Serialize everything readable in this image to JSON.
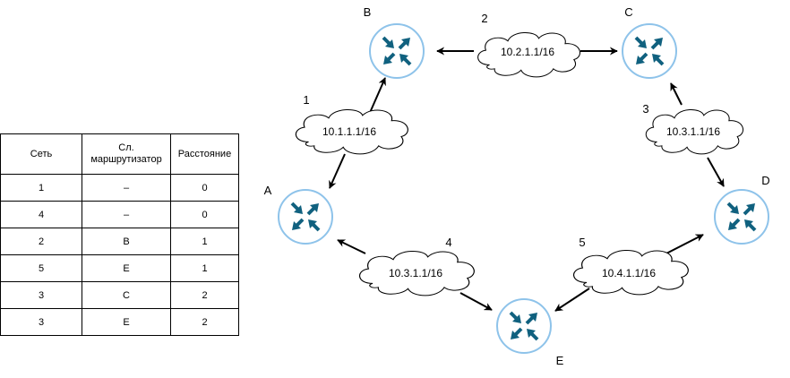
{
  "table": {
    "headers": [
      "Сеть",
      "Сл. маршрутизатор",
      "Расстояние"
    ],
    "rows": [
      [
        "1",
        "–",
        "0"
      ],
      [
        "4",
        "–",
        "0"
      ],
      [
        "2",
        "B",
        "1"
      ],
      [
        "5",
        "E",
        "1"
      ],
      [
        "3",
        "C",
        "2"
      ],
      [
        "3",
        "E",
        "2"
      ]
    ]
  },
  "routers": {
    "A": {
      "label": "A"
    },
    "B": {
      "label": "B"
    },
    "C": {
      "label": "C"
    },
    "D": {
      "label": "D"
    },
    "E": {
      "label": "E"
    }
  },
  "networks": {
    "n1": {
      "number": "1",
      "address": "10.1.1.1/16"
    },
    "n2": {
      "number": "2",
      "address": "10.2.1.1/16"
    },
    "n3": {
      "number": "3",
      "address": "10.3.1.1/16"
    },
    "n4": {
      "number": "4",
      "address": "10.3.1.1/16"
    },
    "n5": {
      "number": "5",
      "address": "10.4.1.1/16"
    }
  },
  "colors": {
    "router_fill": "#ffffff",
    "router_stroke": "#8ec3ea",
    "router_arrows": "#10617f",
    "cloud_fill": "#ffffff",
    "cloud_stroke": "#000000",
    "link": "#000000"
  }
}
